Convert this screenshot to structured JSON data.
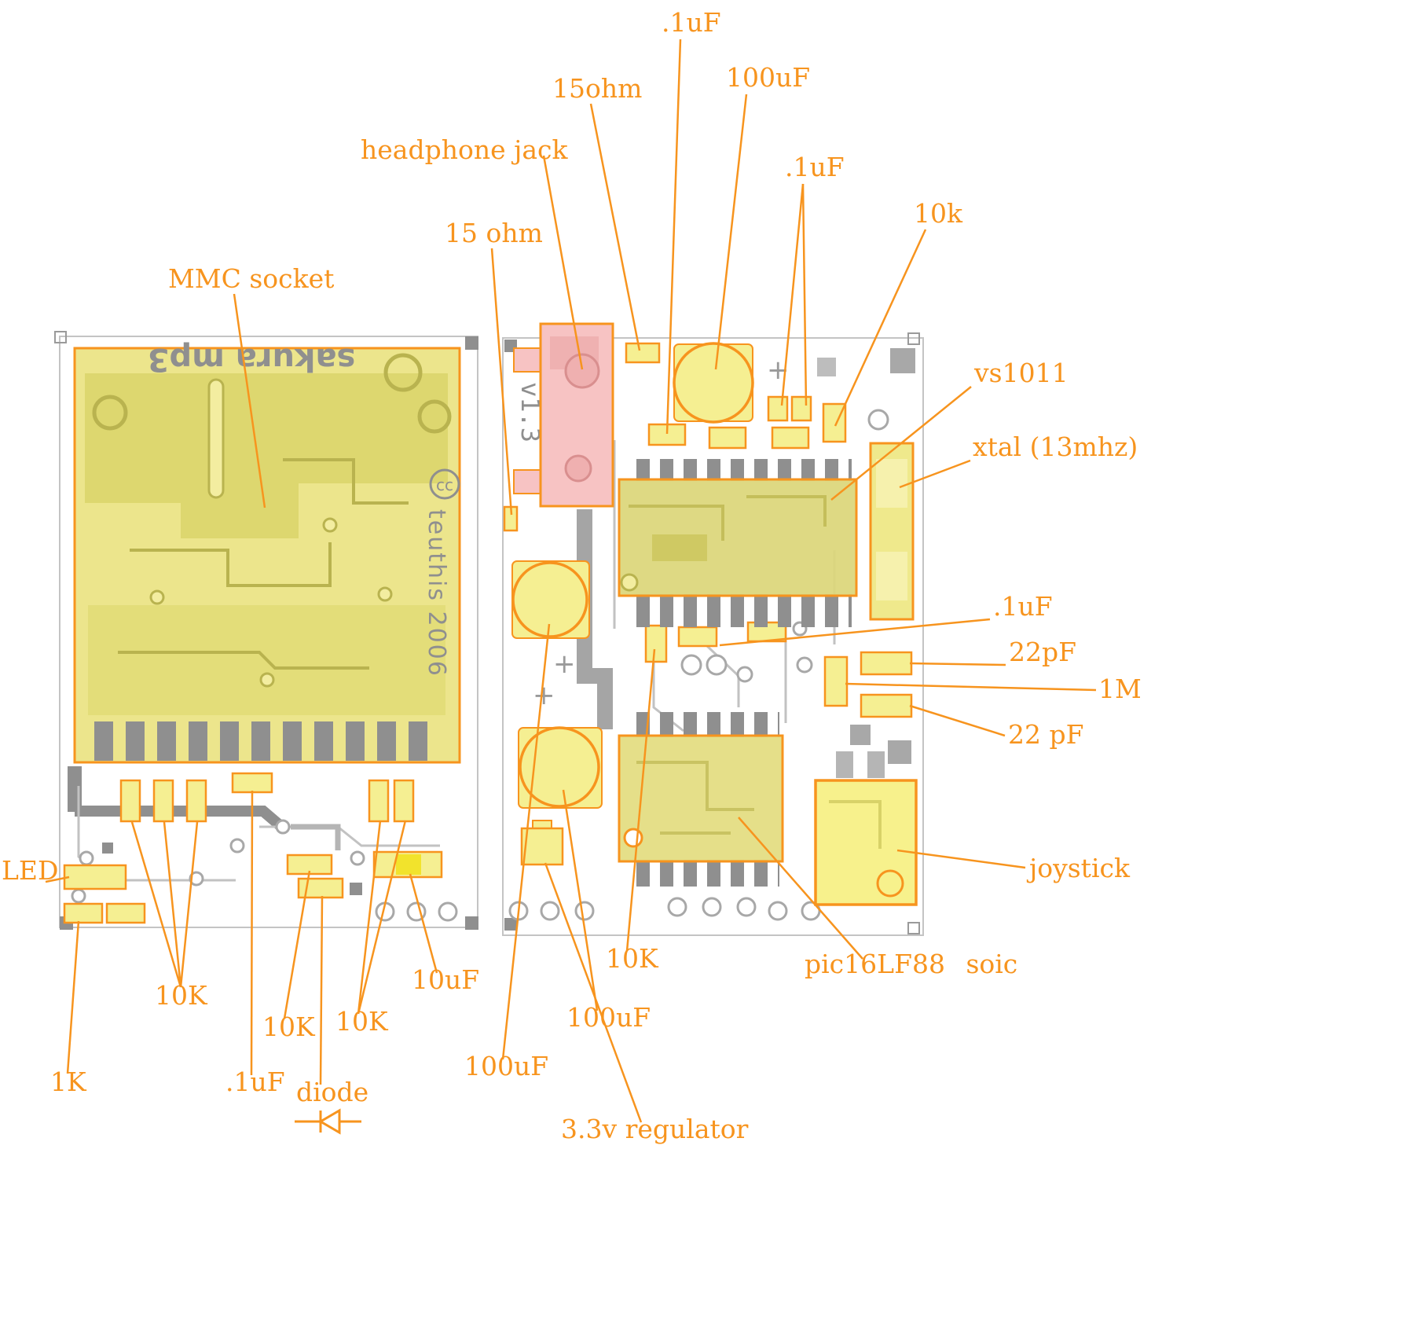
{
  "title": "sakura mp3 PCB annotated layout",
  "colors": {
    "annotation": "#f7941e",
    "component_fill": "#f5ef92",
    "mmc_region": "#eae382",
    "jack_fill": "#f7c3c3",
    "trace_gray": "#8f8f8f"
  },
  "silkscreen": {
    "left_board_name": "sakura mp3",
    "left_board_cc": "cc",
    "left_board_copyright": "teuthis 2006",
    "right_board_version": "v1.3",
    "plus_mark": "+"
  },
  "labels": [
    {
      "id": "cap-100nf-top",
      "text": ".1uF"
    },
    {
      "id": "res-15ohm-top",
      "text": "15ohm"
    },
    {
      "id": "cap-100uf-top",
      "text": "100uF"
    },
    {
      "id": "headphone-jack",
      "text": "headphone jack"
    },
    {
      "id": "cap-100nf-pair",
      "text": ".1uF"
    },
    {
      "id": "res-10k",
      "text": "10k"
    },
    {
      "id": "res-15ohm-left",
      "text": "15 ohm"
    },
    {
      "id": "mmc-socket",
      "text": "MMC socket"
    },
    {
      "id": "vs1011",
      "text": "vs1011"
    },
    {
      "id": "xtal",
      "text": "xtal (13mhz)"
    },
    {
      "id": "cap-100nf-mid",
      "text": ".1uF"
    },
    {
      "id": "cap-22pf-a",
      "text": "22pF"
    },
    {
      "id": "res-1m",
      "text": "1M"
    },
    {
      "id": "cap-22pf-b",
      "text": "22 pF"
    },
    {
      "id": "joystick",
      "text": "joystick"
    },
    {
      "id": "led",
      "text": "LED"
    },
    {
      "id": "pic16lf88",
      "text": "pic16LF88 soic"
    },
    {
      "id": "res-10k-a",
      "text": "10K"
    },
    {
      "id": "res-10k-b",
      "text": "10K"
    },
    {
      "id": "cap-10uf",
      "text": "10uF"
    },
    {
      "id": "res-10k-c",
      "text": "10K"
    },
    {
      "id": "res-10k-d",
      "text": "10K"
    },
    {
      "id": "cap-100uf-b",
      "text": "100uF"
    },
    {
      "id": "cap-100nf-bottom",
      "text": ".1uF"
    },
    {
      "id": "cap-100uf-c",
      "text": "100uF"
    },
    {
      "id": "diode",
      "text": "diode"
    },
    {
      "id": "res-1k",
      "text": "1K"
    },
    {
      "id": "regulator",
      "text": "3.3v regulator"
    }
  ]
}
